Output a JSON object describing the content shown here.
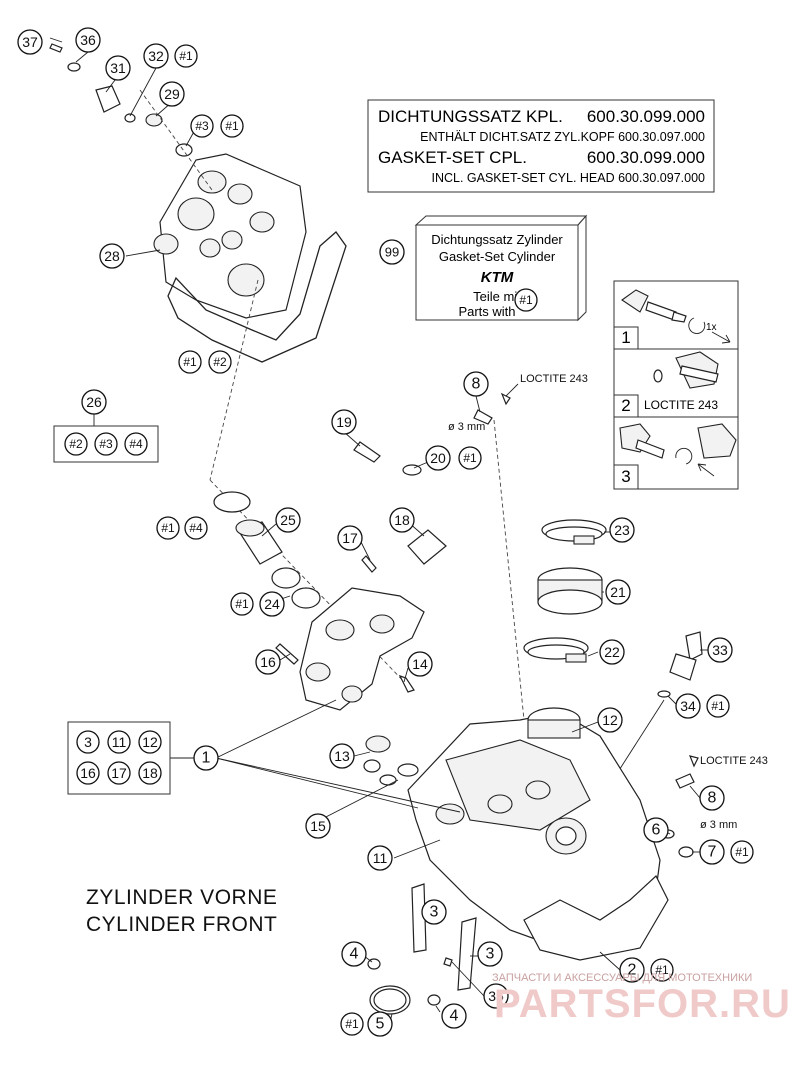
{
  "gasket_box": {
    "line1_label": "DICHTUNGSSATZ KPL.",
    "line1_number": "600.30.099.000",
    "line2": "ENTHÄLT DICHT.SATZ ZYL.KOPF 600.30.097.000",
    "line3_label": "GASKET-SET CPL.",
    "line3_number": "600.30.099.000",
    "line4": "INCL. GASKET-SET CYL. HEAD 600.30.097.000"
  },
  "kit99": {
    "number": "99",
    "line1": "Dichtungssatz Zylinder",
    "line2": "Gasket-Set Cylinder",
    "logo": "KTM",
    "line3": "Teile mit",
    "line4": "Parts with",
    "badge": "#1"
  },
  "steps": {
    "s1": "1",
    "s1_mark": "1x",
    "s2": "2",
    "s2_note": "LOCTITE 243",
    "s3": "3"
  },
  "notes": {
    "loctite_top": "LOCTITE 243",
    "loctite_right": "LOCTITE 243",
    "dia_top": "ø 3 mm",
    "dia_right": "ø 3 mm"
  },
  "title": {
    "line1": "ZYLINDER VORNE",
    "line2": "CYLINDER FRONT"
  },
  "group26": [
    "#2",
    "#3",
    "#4"
  ],
  "group1": [
    "3",
    "11",
    "12",
    "16",
    "17",
    "18"
  ],
  "callouts": [
    {
      "id": "c37",
      "t": "37"
    },
    {
      "id": "c36",
      "t": "36"
    },
    {
      "id": "c31",
      "t": "31"
    },
    {
      "id": "c32",
      "t": "32"
    },
    {
      "id": "c32h1",
      "t": "#1"
    },
    {
      "id": "c29",
      "t": "29"
    },
    {
      "id": "ch3",
      "t": "#3"
    },
    {
      "id": "ch1a",
      "t": "#1"
    },
    {
      "id": "c28",
      "t": "28"
    },
    {
      "id": "ch1b",
      "t": "#1"
    },
    {
      "id": "ch2b",
      "t": "#2"
    },
    {
      "id": "c26",
      "t": "26"
    },
    {
      "id": "c8a",
      "t": "8"
    },
    {
      "id": "c19",
      "t": "19"
    },
    {
      "id": "c20",
      "t": "20"
    },
    {
      "id": "ch1c",
      "t": "#1"
    },
    {
      "id": "ch1d",
      "t": "#1"
    },
    {
      "id": "ch4d",
      "t": "#4"
    },
    {
      "id": "c25",
      "t": "25"
    },
    {
      "id": "c18",
      "t": "18"
    },
    {
      "id": "c23",
      "t": "23"
    },
    {
      "id": "c17",
      "t": "17"
    },
    {
      "id": "c21",
      "t": "21"
    },
    {
      "id": "ch1e",
      "t": "#1"
    },
    {
      "id": "c24",
      "t": "24"
    },
    {
      "id": "c22",
      "t": "22"
    },
    {
      "id": "c16",
      "t": "16"
    },
    {
      "id": "c14",
      "t": "14"
    },
    {
      "id": "c33",
      "t": "33"
    },
    {
      "id": "c34",
      "t": "34"
    },
    {
      "id": "ch1f",
      "t": "#1"
    },
    {
      "id": "c12",
      "t": "12"
    },
    {
      "id": "c1",
      "t": "1"
    },
    {
      "id": "c13",
      "t": "13"
    },
    {
      "id": "c8b",
      "t": "8"
    },
    {
      "id": "c15",
      "t": "15"
    },
    {
      "id": "c6",
      "t": "6"
    },
    {
      "id": "c7",
      "t": "7"
    },
    {
      "id": "ch1g",
      "t": "#1"
    },
    {
      "id": "c11",
      "t": "11"
    },
    {
      "id": "c3a",
      "t": "3"
    },
    {
      "id": "c4a",
      "t": "4"
    },
    {
      "id": "c3b",
      "t": "3"
    },
    {
      "id": "c2",
      "t": "2"
    },
    {
      "id": "ch1h",
      "t": "#1"
    },
    {
      "id": "c35",
      "t": "35"
    },
    {
      "id": "ch1i",
      "t": "#1"
    },
    {
      "id": "c5",
      "t": "5"
    },
    {
      "id": "c4b",
      "t": "4"
    }
  ],
  "watermark": {
    "small": "ЗАПЧАСТИ И АКСЕССУАРЫ ДЛЯ МОТОТЕХНИКИ",
    "large": "PARTSFOR.RU"
  }
}
